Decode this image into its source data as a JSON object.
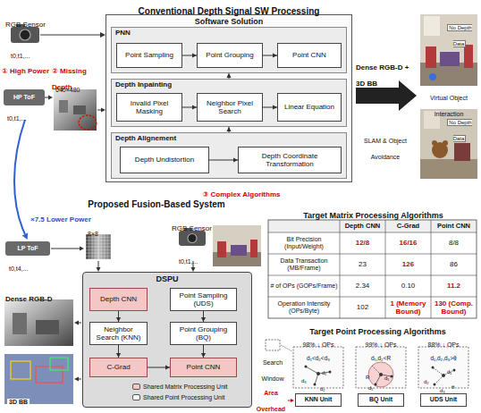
{
  "diagram": {
    "nodes": [
      {
        "text": [
          "Software Solution"
        ]
      },
      {
        "text": [
          "PNN"
        ],
        "in": 0
      },
      {
        "text": [
          "Point Sampling"
        ],
        "in": 1
      },
      {
        "text": [
          "Point Grouping"
        ],
        "in": 1
      },
      {
        "text": [
          "Point CNN"
        ],
        "in": 1
      },
      {
        "text": [
          "Depth Inpainting"
        ],
        "in": 0
      },
      {
        "text": [
          "Invalid Pixel Masking"
        ],
        "in": 5
      },
      {
        "text": [
          "Neighbor Pixel Search"
        ],
        "in": 5
      },
      {
        "text": [
          "Linear Equation"
        ],
        "in": 5
      },
      {
        "text": [
          "Depth Alignement"
        ],
        "in": 0
      },
      {
        "text": [
          "Depth Undistortion"
        ],
        "in": 9
      },
      {
        "text": [
          "Depth Coordinate Transformation"
        ],
        "in": 9
      },
      {
        "text": [
          "DSPU"
        ]
      },
      {
        "text": [
          "Depth CNN"
        ],
        "in": 12
      },
      {
        "text": [
          "Point Sampling (UDS)"
        ],
        "in": 12
      },
      {
        "text": [
          "Neighbor Search (KNN)"
        ],
        "in": 12
      },
      {
        "text": [
          "Point Grouping (BQ)"
        ],
        "in": 12
      },
      {
        "text": [
          "C-Grad"
        ],
        "in": 12
      },
      {
        "text": [
          "Point CNN"
        ],
        "in": 12
      },
      {
        "text": [
          "KNN Unit"
        ]
      },
      {
        "text": [
          "BQ Unit"
        ]
      },
      {
        "text": [
          "UDS Unit"
        ]
      }
    ],
    "edges": [
      {
        "from": 2,
        "to": 3,
        "arrow": "to"
      },
      {
        "from": 3,
        "to": 4,
        "arrow": "to"
      },
      {
        "from": 6,
        "to": 7,
        "arrow": "to"
      },
      {
        "from": 7,
        "to": 8,
        "arrow": "to"
      },
      {
        "from": 10,
        "to": 11,
        "arrow": "to"
      },
      {
        "from": 9,
        "to": 5,
        "arrow": "to"
      },
      {
        "from": 5,
        "to": 1,
        "arrow": "to"
      },
      {
        "from": 13,
        "to": 15,
        "arrow": "to"
      },
      {
        "from": 15,
        "to": 17,
        "arrow": "to"
      },
      {
        "from": 17,
        "to": 18,
        "arrow": "to"
      },
      {
        "from": 14,
        "to": 16,
        "arrow": "to"
      },
      {
        "from": 16,
        "to": 18,
        "arrow": "to"
      }
    ],
    "labels": [
      "Conventional Depth Signal SW Processing",
      "RGB Sensor",
      "t0,t1,...",
      "① High Power",
      "② Missing Depth",
      "HP ToF",
      "640×480",
      "t0,t1,...",
      "③ Complex Algorithms",
      "Dense RGB-D + 3D BB",
      "No Depth Data",
      "Virtual Object Interaction",
      "No Depth Data",
      "SLAM & Object Avoidance",
      "×7.5 Lower Power",
      "Proposed Fusion-Based System",
      "LP ToF",
      "t0,t4,...",
      "8×8",
      "RGB Sensor",
      "t0,t1,...",
      "Dense RGB-D",
      "3D BB",
      "Target Matrix Processing Algorithms",
      "Depth CNN",
      "C-Grad",
      "Point CNN",
      "Bit Precision (Input/Weight)",
      "12/8",
      "16/16",
      "8/8",
      "Data Transaction (MB/Frame)",
      "23",
      "126",
      "86",
      "# of OPs (GOPs/Frame)",
      "2.34",
      "0.10",
      "11.2",
      "Operation Intensity (OPs/Byte)",
      "102",
      "1 (Memory Bound)",
      "130 (Comp. Bound)",
      "Target Point Processing Algorithms",
      "98% ↓ OPs",
      "99% ↓ OPs",
      "88% ↓ OPs",
      "d₁<d₂<d₃",
      "d₁,d₂<R",
      "d₁,d₂,d₃>θ",
      "Search Window",
      "Area Overhead",
      "d₁",
      "d₂",
      "d₃",
      "d₁",
      "d₂",
      "R",
      "d₁",
      "d₂",
      "d₃",
      "θ"
    ],
    "legend": [
      {
        "text": "Shared Matrix Processing Unit",
        "color": "#f4c6c6"
      },
      {
        "text": "Shared Point Processing Unit",
        "color": "#ffffff"
      }
    ]
  }
}
